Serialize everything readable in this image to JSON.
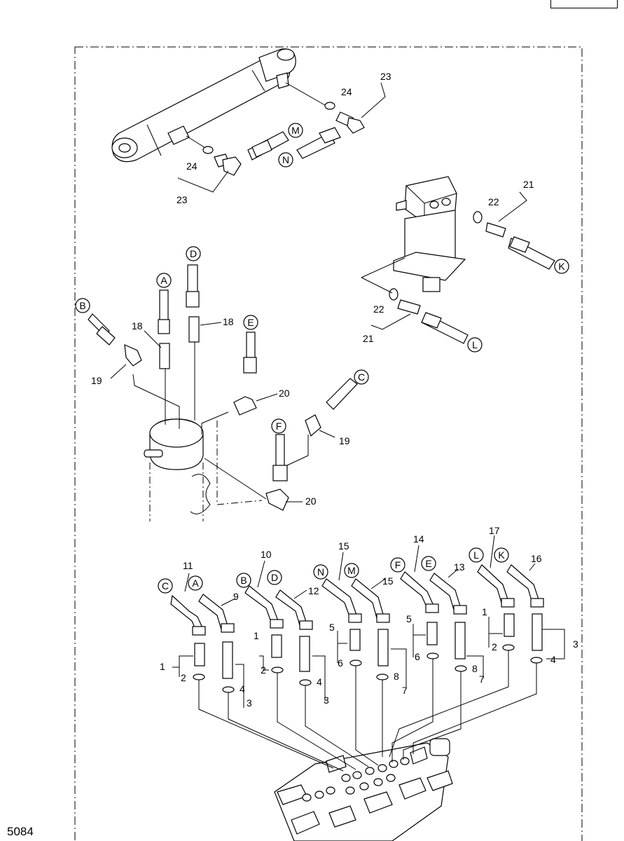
{
  "page": {
    "page_number": "",
    "figure_code": "5084"
  },
  "callouts": {
    "cylinder": [
      "23",
      "24",
      "24",
      "23"
    ],
    "swivel": [
      "21",
      "22",
      "22",
      "21"
    ],
    "upper_block": [
      "18",
      "18",
      "19",
      "20",
      "19",
      "20"
    ],
    "valve": [
      "11",
      "9",
      "10",
      "12",
      "15",
      "15",
      "14",
      "13",
      "17",
      "16",
      "1",
      "2",
      "1",
      "2",
      "4",
      "3",
      "4",
      "3",
      "5",
      "6",
      "5",
      "6",
      "8",
      "7",
      "8",
      "7",
      "1",
      "2",
      "3",
      "4"
    ]
  },
  "hose_letters": [
    "M",
    "N",
    "K",
    "L",
    "A",
    "D",
    "B",
    "E",
    "C",
    "F",
    "C",
    "A",
    "B",
    "D",
    "N",
    "M",
    "F",
    "E",
    "L",
    "K"
  ]
}
